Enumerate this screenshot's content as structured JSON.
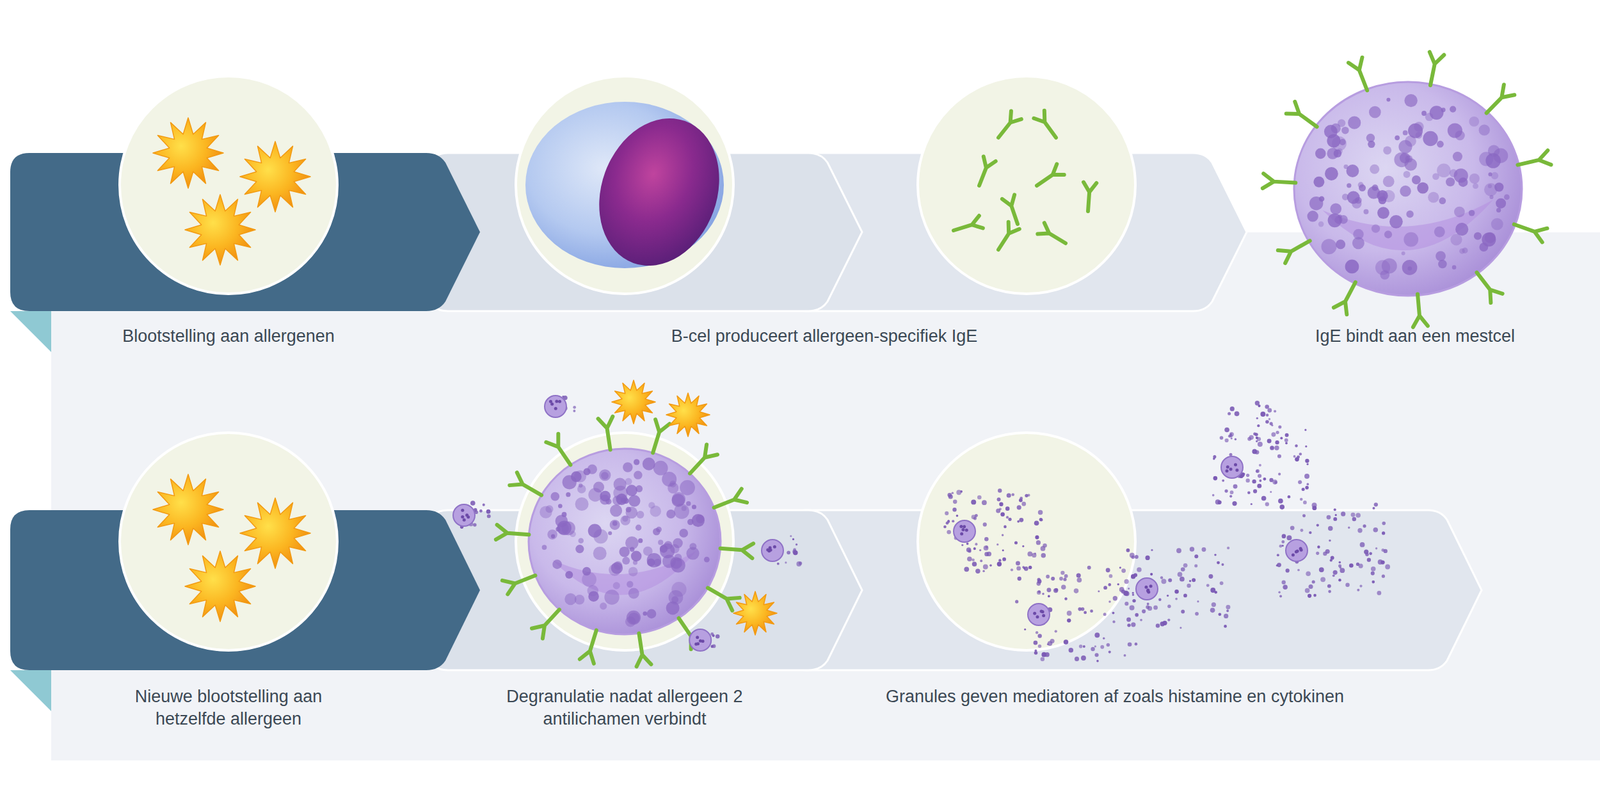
{
  "diagram": {
    "nodes": [
      {
        "text": [
          "Blootstelling aan allergenen"
        ]
      },
      {
        "text": [
          "B-cel produceert allergeen-specifiek IgE"
        ]
      },
      {
        "text": [
          "IgE bindt aan een mestcel"
        ]
      },
      {
        "text": [
          "Nieuwe blootstelling aan hetzelfde allergeen"
        ]
      },
      {
        "text": [
          "Degranulatie nadat allergeen 2 antilichamen verbindt"
        ]
      },
      {
        "text": [
          "Granules geven mediatoren af zoals histamine en cytokinen"
        ]
      }
    ]
  }
}
